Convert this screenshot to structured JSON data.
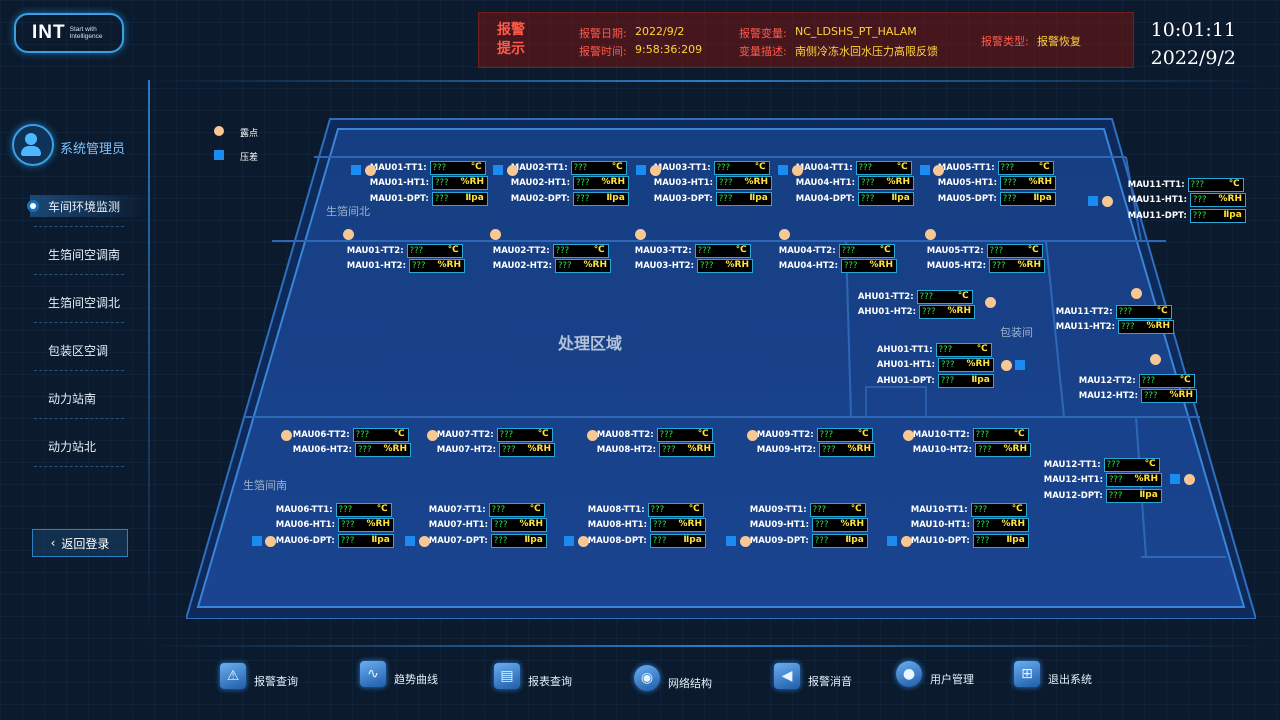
{
  "logo": {
    "text": "INT",
    "tagline": "Start with Intelligence"
  },
  "alarm": {
    "title": "报警提示",
    "date_label": "报警日期:",
    "date": "2022/9/2",
    "time_label": "报警时间:",
    "time": "9:58:36:209",
    "var_label": "报警变量:",
    "var": "NC_LDSHS_PT_HALAM",
    "desc_label": "变量描述:",
    "desc": "南侧冷冻水回水压力高限反馈",
    "type_label": "报警类型:",
    "type": "报警恢复"
  },
  "clock": {
    "time": "10:01:11",
    "date": "2022/9/2"
  },
  "user": {
    "name": "系统管理员"
  },
  "nav": [
    {
      "label": "车间环境监测",
      "active": true
    },
    {
      "label": "生箔间空调南"
    },
    {
      "label": "生箔间空调北"
    },
    {
      "label": "包装区空调"
    },
    {
      "label": "动力站南"
    },
    {
      "label": "动力站北"
    }
  ],
  "back_button": "返回登录",
  "legend": {
    "dew": "露点",
    "pressure": "压差"
  },
  "areas": {
    "north": "生箔间北",
    "south": "生箔间南",
    "pack": "包装间",
    "process": "处理区域"
  },
  "placeholder_value": "???",
  "units": {
    "temp": "℃",
    "hum": "%RH",
    "pa": "Ⅱpa"
  },
  "sensor_groups": [
    {
      "id": "mau01a",
      "rows": [
        [
          "MAU01-TT1:",
          "temp"
        ],
        [
          "MAU01-HT1:",
          "hum"
        ],
        [
          "MAU01-DPT:",
          "pa"
        ]
      ]
    },
    {
      "id": "mau02a",
      "rows": [
        [
          "MAU02-TT1:",
          "temp"
        ],
        [
          "MAU02-HT1:",
          "hum"
        ],
        [
          "MAU02-DPT:",
          "pa"
        ]
      ]
    },
    {
      "id": "mau03a",
      "rows": [
        [
          "MAU03-TT1:",
          "temp"
        ],
        [
          "MAU03-HT1:",
          "hum"
        ],
        [
          "MAU03-DPT:",
          "pa"
        ]
      ]
    },
    {
      "id": "mau04a",
      "rows": [
        [
          "MAU04-TT1:",
          "temp"
        ],
        [
          "MAU04-HT1:",
          "hum"
        ],
        [
          "MAU04-DPT:",
          "pa"
        ]
      ]
    },
    {
      "id": "mau05a",
      "rows": [
        [
          "MAU05-TT1:",
          "temp"
        ],
        [
          "MAU05-HT1:",
          "hum"
        ],
        [
          "MAU05-DPT:",
          "pa"
        ]
      ]
    },
    {
      "id": "mau11a",
      "rows": [
        [
          "MAU11-TT1:",
          "temp"
        ],
        [
          "MAU11-HT1:",
          "hum"
        ],
        [
          "MAU11-DPT:",
          "pa"
        ]
      ]
    },
    {
      "id": "mau01b",
      "rows": [
        [
          "MAU01-TT2:",
          "temp"
        ],
        [
          "MAU01-HT2:",
          "hum"
        ]
      ]
    },
    {
      "id": "mau02b",
      "rows": [
        [
          "MAU02-TT2:",
          "temp"
        ],
        [
          "MAU02-HT2:",
          "hum"
        ]
      ]
    },
    {
      "id": "mau03b",
      "rows": [
        [
          "MAU03-TT2:",
          "temp"
        ],
        [
          "MAU03-HT2:",
          "hum"
        ]
      ]
    },
    {
      "id": "mau04b",
      "rows": [
        [
          "MAU04-TT2:",
          "temp"
        ],
        [
          "MAU04-HT2:",
          "hum"
        ]
      ]
    },
    {
      "id": "mau05b",
      "rows": [
        [
          "MAU05-TT2:",
          "temp"
        ],
        [
          "MAU05-HT2:",
          "hum"
        ]
      ]
    },
    {
      "id": "ahu01b",
      "rows": [
        [
          "AHU01-TT2:",
          "temp"
        ],
        [
          "AHU01-HT2:",
          "hum"
        ]
      ]
    },
    {
      "id": "mau11b",
      "rows": [
        [
          "MAU11-TT2:",
          "temp"
        ],
        [
          "MAU11-HT2:",
          "hum"
        ]
      ]
    },
    {
      "id": "ahu01a",
      "rows": [
        [
          "AHU01-TT1:",
          "temp"
        ],
        [
          "AHU01-HT1:",
          "hum"
        ],
        [
          "AHU01-DPT:",
          "pa"
        ]
      ]
    },
    {
      "id": "mau12b",
      "rows": [
        [
          "MAU12-TT2:",
          "temp"
        ],
        [
          "MAU12-HT2:",
          "hum"
        ]
      ]
    },
    {
      "id": "mau06b",
      "rows": [
        [
          "MAU06-TT2:",
          "temp"
        ],
        [
          "MAU06-HT2:",
          "hum"
        ]
      ]
    },
    {
      "id": "mau07b",
      "rows": [
        [
          "MAU07-TT2:",
          "temp"
        ],
        [
          "MAU07-HT2:",
          "hum"
        ]
      ]
    },
    {
      "id": "mau08b",
      "rows": [
        [
          "MAU08-TT2:",
          "temp"
        ],
        [
          "MAU08-HT2:",
          "hum"
        ]
      ]
    },
    {
      "id": "mau09b",
      "rows": [
        [
          "MAU09-TT2:",
          "temp"
        ],
        [
          "MAU09-HT2:",
          "hum"
        ]
      ]
    },
    {
      "id": "mau10b",
      "rows": [
        [
          "MAU10-TT2:",
          "temp"
        ],
        [
          "MAU10-HT2:",
          "hum"
        ]
      ]
    },
    {
      "id": "mau12a",
      "rows": [
        [
          "MAU12-TT1:",
          "temp"
        ],
        [
          "MAU12-HT1:",
          "hum"
        ],
        [
          "MAU12-DPT:",
          "pa"
        ]
      ]
    },
    {
      "id": "mau06a",
      "rows": [
        [
          "MAU06-TT1:",
          "temp"
        ],
        [
          "MAU06-HT1:",
          "hum"
        ],
        [
          "MAU06-DPT:",
          "pa"
        ]
      ]
    },
    {
      "id": "mau07a",
      "rows": [
        [
          "MAU07-TT1:",
          "temp"
        ],
        [
          "MAU07-HT1:",
          "hum"
        ],
        [
          "MAU07-DPT:",
          "pa"
        ]
      ]
    },
    {
      "id": "mau08a",
      "rows": [
        [
          "MAU08-TT1:",
          "temp"
        ],
        [
          "MAU08-HT1:",
          "hum"
        ],
        [
          "MAU08-DPT:",
          "pa"
        ]
      ]
    },
    {
      "id": "mau09a",
      "rows": [
        [
          "MAU09-TT1:",
          "temp"
        ],
        [
          "MAU09-HT1:",
          "hum"
        ],
        [
          "MAU09-DPT:",
          "pa"
        ]
      ]
    },
    {
      "id": "mau10a",
      "rows": [
        [
          "MAU10-TT1:",
          "temp"
        ],
        [
          "MAU10-HT1:",
          "hum"
        ],
        [
          "MAU10-DPT:",
          "pa"
        ]
      ]
    }
  ],
  "toolbar": [
    {
      "label": "报警查询",
      "icon": "alarm-query-icon"
    },
    {
      "label": "趋势曲线",
      "icon": "trend-curve-icon"
    },
    {
      "label": "报表查询",
      "icon": "report-printer-icon"
    },
    {
      "label": "网络结构",
      "icon": "network-icon"
    },
    {
      "label": "报警消音",
      "icon": "speaker-mute-icon"
    },
    {
      "label": "用户管理",
      "icon": "user-icon"
    },
    {
      "label": "退出系统",
      "icon": "exit-windows-icon"
    }
  ],
  "colors": {
    "accent": "#1c8bf0",
    "alarm": "#ff5a4a",
    "alarm_value": "#ffd43b",
    "value_green": "#29e64a",
    "unit_yellow": "#ffe23a"
  }
}
